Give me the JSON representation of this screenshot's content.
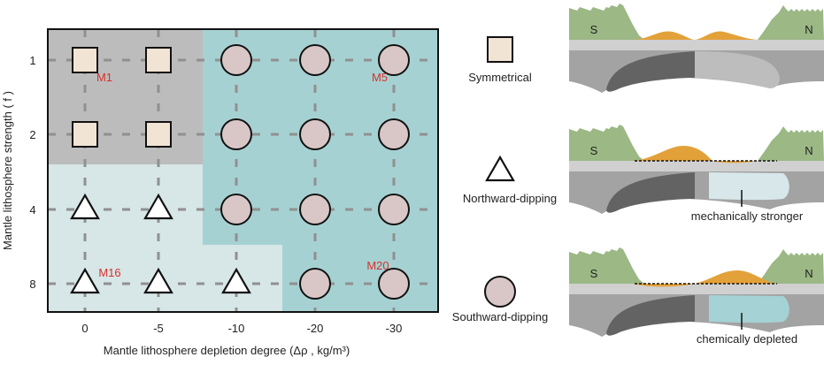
{
  "chart_data": {
    "type": "scatter",
    "title": "",
    "xlabel": "Mantle lithosphere depletion degree (Δρ , kg/m³)",
    "ylabel": "Mantle lithosphere strength ( f )",
    "x_ticks": [
      "0",
      "-5",
      "-10",
      "-20",
      "-30"
    ],
    "y_ticks": [
      "1",
      "2",
      "4",
      "8"
    ],
    "grid": "dashed",
    "regions": [
      {
        "name": "symmetrical-region",
        "color": "#bcbcbc",
        "cells": [
          [
            0,
            0
          ],
          [
            1,
            0
          ],
          [
            0,
            1
          ],
          [
            1,
            1
          ]
        ]
      },
      {
        "name": "northward-region",
        "color": "#d7e6e7"
      },
      {
        "name": "southward-region",
        "color": "#a6d1d2"
      }
    ],
    "points": [
      {
        "x": "0",
        "y": "1",
        "marker": "square",
        "label": "M1"
      },
      {
        "x": "-5",
        "y": "1",
        "marker": "square"
      },
      {
        "x": "-10",
        "y": "1",
        "marker": "circle"
      },
      {
        "x": "-20",
        "y": "1",
        "marker": "circle"
      },
      {
        "x": "-30",
        "y": "1",
        "marker": "circle",
        "label": "M5"
      },
      {
        "x": "0",
        "y": "2",
        "marker": "square"
      },
      {
        "x": "-5",
        "y": "2",
        "marker": "square"
      },
      {
        "x": "-10",
        "y": "2",
        "marker": "circle"
      },
      {
        "x": "-20",
        "y": "2",
        "marker": "circle"
      },
      {
        "x": "-30",
        "y": "2",
        "marker": "circle"
      },
      {
        "x": "0",
        "y": "4",
        "marker": "triangle"
      },
      {
        "x": "-5",
        "y": "4",
        "marker": "triangle"
      },
      {
        "x": "-10",
        "y": "4",
        "marker": "circle"
      },
      {
        "x": "-20",
        "y": "4",
        "marker": "circle"
      },
      {
        "x": "-30",
        "y": "4",
        "marker": "circle"
      },
      {
        "x": "0",
        "y": "8",
        "marker": "triangle",
        "label": "M16"
      },
      {
        "x": "-5",
        "y": "8",
        "marker": "triangle"
      },
      {
        "x": "-10",
        "y": "8",
        "marker": "triangle"
      },
      {
        "x": "-20",
        "y": "8",
        "marker": "circle"
      },
      {
        "x": "-30",
        "y": "8",
        "marker": "circle",
        "label": "M20"
      }
    ]
  },
  "legend": [
    {
      "marker": "square",
      "label": "Symmetrical"
    },
    {
      "marker": "triangle",
      "label": "Northward-dipping"
    },
    {
      "marker": "circle",
      "label": "Southward-dipping"
    }
  ],
  "panels": [
    {
      "name": "symmetrical",
      "left_label": "S",
      "right_label": "N",
      "annotation": ""
    },
    {
      "name": "northward",
      "left_label": "S",
      "right_label": "N",
      "annotation": "mechanically stronger"
    },
    {
      "name": "southward",
      "left_label": "S",
      "right_label": "N",
      "annotation": "chemically depleted"
    }
  ],
  "colors": {
    "square_fill": "#f1e4d4",
    "circle_fill": "#d9c7c7",
    "triangle_fill": "#ffffff",
    "label_red": "#d9302c",
    "grid": "#909090",
    "mountain": "#9bb885",
    "sediment": "#e3a13a",
    "crust": "#d0d0d0",
    "litho_mid": "#a3a3a3",
    "litho_dark": "#636363",
    "litho_light": "#bdbdbd",
    "strong": "#d8e7ea",
    "depleted": "#a5d2d4"
  }
}
